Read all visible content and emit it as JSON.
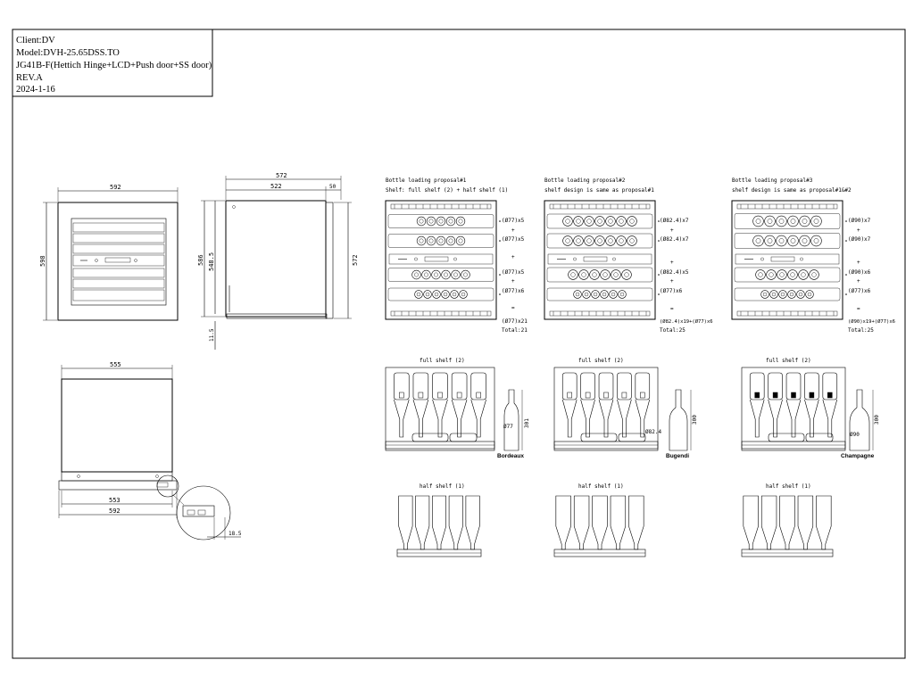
{
  "title_block": {
    "client": "Client:DV",
    "model": "Model:DVH-25.65DSS.TO",
    "config": "JG41B-F(Hettich Hinge+LCD+Push door+SS door)",
    "rev": "REV.A",
    "date": "2024-1-16"
  },
  "front_view": {
    "width": "592",
    "height": "598"
  },
  "side_view": {
    "depth_total": "572",
    "depth_body": "522",
    "door": "50",
    "height_total": "586",
    "height_body": "548.5",
    "height_right": "572",
    "foot": "11.5"
  },
  "bottom_view": {
    "top_width": "555",
    "inner_width": "553",
    "outer_width": "592",
    "detail": "18.5"
  },
  "proposals": [
    {
      "title": "Bottle loading proposal#1",
      "subtitle": "Shelf: full shelf (2) + half shelf (1)",
      "labels": [
        "(Ø77)x5",
        "+",
        "(Ø77)x5",
        "+",
        "(Ø77)x5",
        "+",
        "(Ø77)x6",
        "=",
        "(Ø77)x21"
      ],
      "total": "Total:21"
    },
    {
      "title": "Bottle loading proposal#2",
      "subtitle": "shelf design is same as proposal#1",
      "labels": [
        "(Ø82.4)x7",
        "+",
        "(Ø82.4)x7",
        "+",
        "(Ø82.4)x5",
        "+",
        "(Ø77)x6",
        "=",
        "(Ø82.4)x19+(Ø77)x6"
      ],
      "total": "Total:25"
    },
    {
      "title": "Bottle loading proposal#3",
      "subtitle": "shelf design is same as proposal#1&#2",
      "labels": [
        "(Ø90)x7",
        "+",
        "(Ø90)x7",
        "+",
        "(Ø90)x6",
        "+",
        "(Ø77)x6",
        "=",
        "(Ø90)x19+(Ø77)x6"
      ],
      "total": "Total:25"
    }
  ],
  "full_shelf_label": "full shelf (2)",
  "half_shelf_label": "half shelf (1)",
  "bottles": [
    {
      "name": "Bordeaux",
      "diameter": "Ø77",
      "height": "301"
    },
    {
      "name": "Bugendi",
      "diameter": "Ø82.4",
      "height": "300"
    },
    {
      "name": "Champagne",
      "diameter": "Ø90",
      "height": "300"
    }
  ]
}
